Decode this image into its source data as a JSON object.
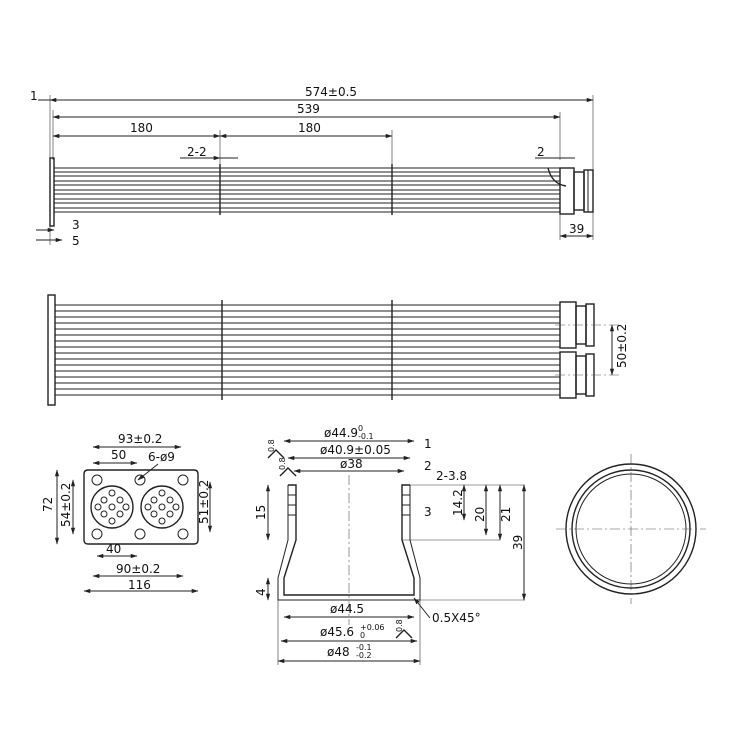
{
  "dimensions": {
    "top_view": {
      "overall_length": "574±0.5",
      "left_offset": "1",
      "tube_length": "539",
      "first_segment": "180",
      "second_segment": "180",
      "baffle_label": "2-2",
      "right_gap": "2",
      "flange_thickness": "3",
      "flange_offset": "5",
      "outlet_length": "39"
    },
    "side_view": {
      "outlet_spacing": "50±0.2"
    },
    "flange_view": {
      "top_width": "93±0.2",
      "hole_spacing": "50",
      "holes": "6-ø9",
      "height": "72",
      "inner_height_left": "54±0.2",
      "inner_height_right": "51±0.2",
      "bottom_spacing": "40",
      "bottom_width": "90±0.2",
      "overall_width": "116"
    },
    "section_view": {
      "outer_top_dia": "ø44.9",
      "outer_top_tol_up": "0",
      "outer_top_tol_down": "-0.1",
      "groove_dia": "ø40.9±0.05",
      "inner_dia": "ø38",
      "wall_step": "1",
      "dim_2": "2",
      "dim_2_38": "2-3.8",
      "dim_3": "3",
      "dim_142": "14.2",
      "dim_20": "20",
      "dim_21": "21",
      "dim_39": "39",
      "dim_15": "15",
      "dim_4": "4",
      "bottom_dia": "ø44.5",
      "bottom_outer_dia": "ø45.6",
      "bottom_outer_tol_up": "+0.06",
      "bottom_outer_tol_down": "0",
      "base_dia": "ø48",
      "base_tol_up": "-0.1",
      "base_tol_down": "-0.2",
      "chamfer": "0.5X45°",
      "roughness_1": "0.8",
      "roughness_2": "0.8",
      "roughness_3": "0.8"
    }
  },
  "colors": {
    "line": "#222222",
    "background": "#ffffff"
  }
}
